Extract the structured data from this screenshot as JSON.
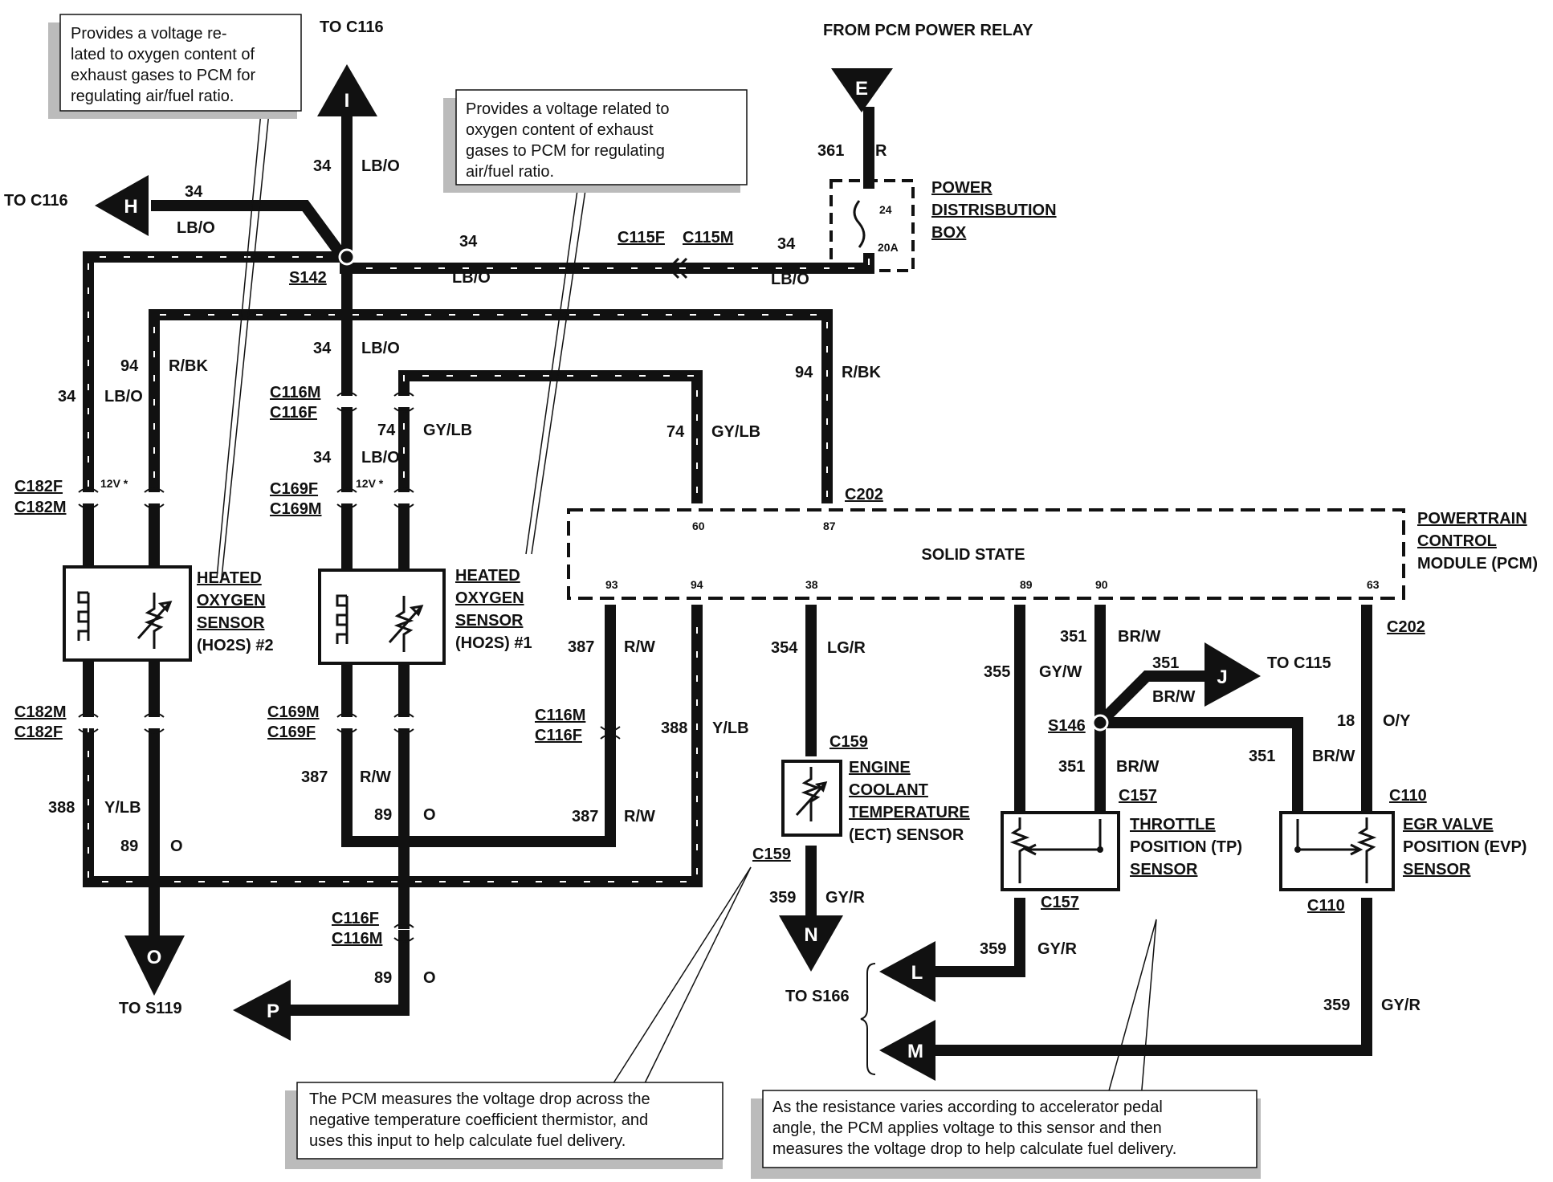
{
  "annotations": {
    "ho2s_note_top_left": [
      "Provides a voltage re-",
      "lated to oxygen content of",
      "exhaust gases to PCM for",
      "regulating air/fuel ratio."
    ],
    "ho2s_note_top_center": [
      "Provides a voltage related to",
      "oxygen content of exhaust",
      "gases to PCM for regulating",
      "air/fuel ratio."
    ],
    "ect_note": [
      "The PCM measures the voltage drop across the",
      "negative temperature coefficient thermistor, and",
      "uses this input to help calculate fuel delivery."
    ],
    "tp_note": [
      "As the resistance varies according to accelerator pedal",
      "angle, the PCM applies voltage to this sensor and then",
      "measures the voltage drop to help calculate fuel delivery."
    ]
  },
  "destinations": {
    "to_c116_top": "TO C116",
    "to_c116_left": "TO C116",
    "from_pcm_power_relay": "FROM PCM POWER RELAY",
    "to_c115": "TO C115",
    "to_s119": "TO S119",
    "to_s166": "TO S166"
  },
  "arrows": {
    "I": "I",
    "H": "H",
    "E": "E",
    "J": "J",
    "O": "O",
    "P": "P",
    "N": "N",
    "L": "L",
    "M": "M"
  },
  "components": {
    "power_distribution_box": [
      "POWER",
      "DISTRISBUTION",
      "BOX"
    ],
    "fuse_number": "24",
    "fuse_rating": "20A",
    "pcm_name": [
      "POWERTRAIN",
      "CONTROL",
      "MODULE (PCM)"
    ],
    "pcm_state": "SOLID STATE",
    "ho2s_2": [
      "HEATED",
      "OXYGEN",
      "SENSOR",
      "(HO2S) #2"
    ],
    "ho2s_1": [
      "HEATED",
      "OXYGEN",
      "SENSOR",
      "(HO2S) #1"
    ],
    "ect_sensor": [
      "ENGINE",
      "COOLANT",
      "TEMPERATURE",
      "(ECT) SENSOR"
    ],
    "tp_sensor": [
      "THROTTLE",
      "POSITION (TP)",
      "SENSOR"
    ],
    "evp_sensor": [
      "EGR VALVE",
      "POSITION (EVP)",
      "SENSOR"
    ]
  },
  "connectors": {
    "S142": "S142",
    "S146": "S146",
    "C115F": "C115F",
    "C115M": "C115M",
    "C116M_top": "C116M",
    "C116F_top": "C116F",
    "C169F_top": "C169F",
    "C169M_top": "C169M",
    "C182F_top": "C182F",
    "C182M_top": "C182M",
    "C182M_bot": "C182M",
    "C182F_bot": "C182F",
    "C169M_bot": "C169M",
    "C169F_bot": "C169F",
    "C116M_mid": "C116M",
    "C116F_mid": "C116F",
    "C116F_low": "C116F",
    "C116M_low": "C116M",
    "C202_top": "C202",
    "C202_right": "C202",
    "C159_top": "C159",
    "C159_bot": "C159",
    "C157_top": "C157",
    "C157_bot": "C157",
    "C110_top": "C110",
    "C110_bot": "C110",
    "v12_a": "12V *",
    "v12_b": "12V *"
  },
  "pins": {
    "p60": "60",
    "p87": "87",
    "p93": "93",
    "p94": "94",
    "p38": "38",
    "p89": "89",
    "p90": "90",
    "p63": "63"
  },
  "wires": [
    {
      "circuit": "361",
      "color": "R"
    },
    {
      "circuit": "34",
      "color": "LB/O"
    },
    {
      "circuit": "94",
      "color": "R/BK"
    },
    {
      "circuit": "74",
      "color": "GY/LB"
    },
    {
      "circuit": "387",
      "color": "R/W"
    },
    {
      "circuit": "388",
      "color": "Y/LB"
    },
    {
      "circuit": "89",
      "color": "O"
    },
    {
      "circuit": "354",
      "color": "LG/R"
    },
    {
      "circuit": "355",
      "color": "GY/W"
    },
    {
      "circuit": "351",
      "color": "BR/W"
    },
    {
      "circuit": "18",
      "color": "O/Y"
    },
    {
      "circuit": "359",
      "color": "GY/R"
    }
  ],
  "wire_labels": [
    {
      "id": "w361",
      "num": "361",
      "color": "R"
    },
    {
      "id": "w34_top",
      "num": "34",
      "color": "LB/O"
    },
    {
      "id": "w34_h",
      "num": "34",
      "color": "LB/O"
    },
    {
      "id": "w34_mid",
      "num": "34",
      "color": "LB/O"
    },
    {
      "id": "w34_pdb",
      "num": "34",
      "color": "LB/O"
    },
    {
      "id": "w34_s142b",
      "num": "34",
      "color": "LB/O"
    },
    {
      "id": "w94_left",
      "num": "94",
      "color": "R/BK"
    },
    {
      "id": "w34_left",
      "num": "34",
      "color": "LB/O"
    },
    {
      "id": "w74_a",
      "num": "74",
      "color": "GY/LB"
    },
    {
      "id": "w34_c",
      "num": "34",
      "color": "LB/O"
    },
    {
      "id": "w74_b",
      "num": "74",
      "color": "GY/LB"
    },
    {
      "id": "w94_right",
      "num": "94",
      "color": "R/BK"
    },
    {
      "id": "w388_l",
      "num": "388",
      "color": "Y/LB"
    },
    {
      "id": "w89_l",
      "num": "89",
      "color": "O"
    },
    {
      "id": "w387_a",
      "num": "387",
      "color": "R/W"
    },
    {
      "id": "w89_a",
      "num": "89",
      "color": "O"
    },
    {
      "id": "w387_pcm",
      "num": "387",
      "color": "R/W"
    },
    {
      "id": "w387_b",
      "num": "387",
      "color": "R/W"
    },
    {
      "id": "w388_pcm",
      "num": "388",
      "color": "Y/LB"
    },
    {
      "id": "w89_p",
      "num": "89",
      "color": "O"
    },
    {
      "id": "w354",
      "num": "354",
      "color": "LG/R"
    },
    {
      "id": "w359_n",
      "num": "359",
      "color": "GY/R"
    },
    {
      "id": "w351_a",
      "num": "351",
      "color": "BR/W"
    },
    {
      "id": "w355",
      "num": "355",
      "color": "GY/W"
    },
    {
      "id": "w351_j",
      "num": "351",
      "color": "BR/W"
    },
    {
      "id": "w351_b",
      "num": "351",
      "color": "BR/W"
    },
    {
      "id": "w351_c",
      "num": "351",
      "color": "BR/W"
    },
    {
      "id": "w18",
      "num": "18",
      "color": "O/Y"
    },
    {
      "id": "w359_l",
      "num": "359",
      "color": "GY/R"
    },
    {
      "id": "w359_m",
      "num": "359",
      "color": "GY/R"
    }
  ]
}
